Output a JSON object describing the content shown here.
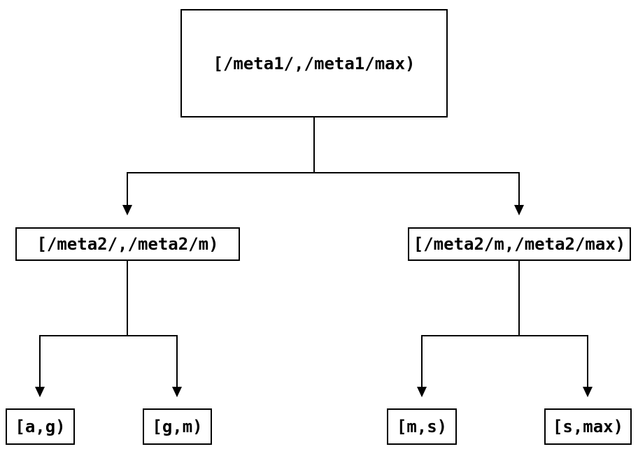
{
  "colors": {
    "line": "#000000",
    "background": "#ffffff",
    "text": "#000000"
  },
  "tree": {
    "root": {
      "label": "[/meta1/,/meta1/max)"
    },
    "level2": [
      {
        "label": "[/meta2/,/meta2/m)"
      },
      {
        "label": "[/meta2/m,/meta2/max)"
      }
    ],
    "leaves": [
      {
        "label": "[a,g)"
      },
      {
        "label": "[g,m)"
      },
      {
        "label": "[m,s)"
      },
      {
        "label": "[s,max)"
      }
    ]
  }
}
